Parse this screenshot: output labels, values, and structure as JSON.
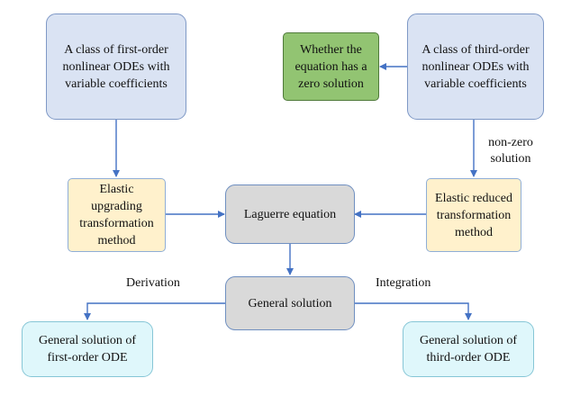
{
  "nodes": {
    "first_order_class": "A class of first-order nonlinear ODEs with variable coefficients",
    "third_order_class": "A class of third-order nonlinear ODEs with variable coefficients",
    "zero_solution_check": "Whether the equation has a zero solution",
    "elastic_upgrading": "Elastic upgrading transformation method",
    "elastic_reduced": "Elastic reduced transformation method",
    "laguerre": "Laguerre equation",
    "general_solution": "General solution",
    "general_solution_first": "General solution of first-order ODE",
    "general_solution_third": "General solution of third-order ODE"
  },
  "edge_labels": {
    "non_zero_solution": "non-zero solution",
    "derivation": "Derivation",
    "integration": "Integration"
  },
  "colors": {
    "arrow": "#4472c4",
    "blue_fill": "#dae3f3",
    "green_fill": "#92c472",
    "cream_fill": "#fff1cc",
    "grey_fill": "#d9d9d9",
    "cyan_fill": "#dff7fb"
  }
}
